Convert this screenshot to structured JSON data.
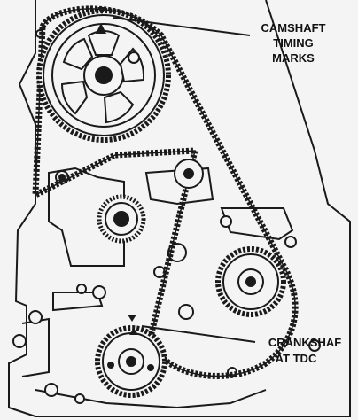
{
  "labels": {
    "camshaft_line1": "CAMSHAFT",
    "camshaft_line2": "TIMING",
    "camshaft_line3": "MARKS",
    "crankshaft_line1": "CRANKSHAF",
    "crankshaft_line2": "AT TDC"
  },
  "colors": {
    "ink": "#1a1a1a",
    "paper": "#f4f4f4"
  }
}
